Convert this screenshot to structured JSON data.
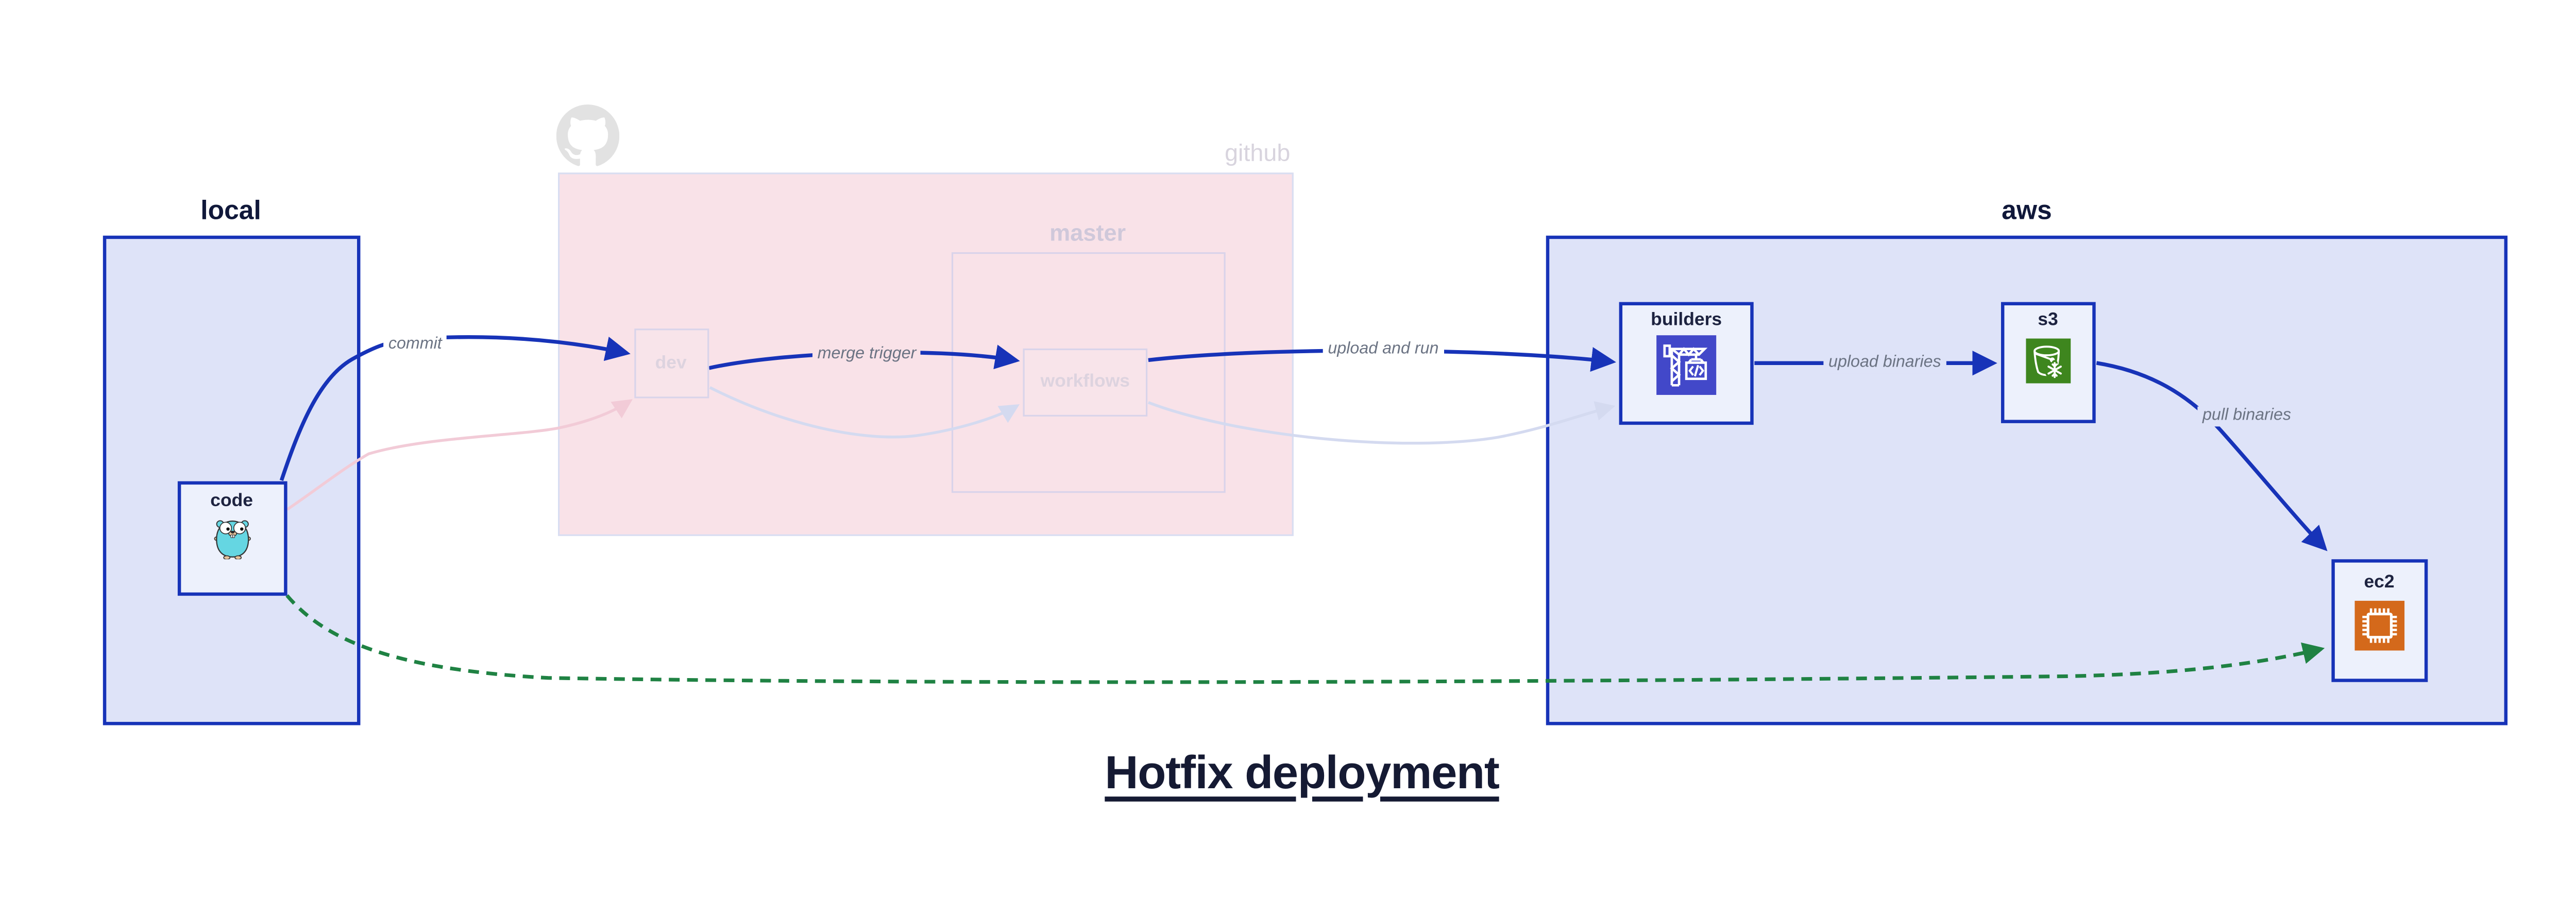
{
  "diagram_title": "Hotfix deployment",
  "groups": {
    "local": {
      "label": "local"
    },
    "github": {
      "label": "github",
      "branch_label": "master"
    },
    "aws": {
      "label": "aws"
    }
  },
  "nodes": {
    "code": {
      "label": "code",
      "icon": "go-gopher-icon"
    },
    "dev": {
      "label": "dev"
    },
    "workflows": {
      "label": "workflows"
    },
    "builders": {
      "label": "builders",
      "icon": "codebuild-crane-icon"
    },
    "s3": {
      "label": "s3",
      "icon": "s3-glacier-bucket-icon"
    },
    "ec2": {
      "label": "ec2",
      "icon": "ec2-chip-icon"
    }
  },
  "edges": {
    "commit": {
      "label": "commit",
      "style": "bold-blue"
    },
    "merge_trigger": {
      "label": "merge trigger",
      "style": "bold-blue"
    },
    "upload_and_run": {
      "label": "upload and run",
      "style": "bold-blue"
    },
    "upload_binaries": {
      "label": "upload binaries",
      "style": "bold-blue"
    },
    "pull_binaries": {
      "label": "pull binaries",
      "style": "bold-blue"
    },
    "hotfix_direct": {
      "label": "",
      "style": "green-dashed"
    },
    "faded_code_to_dev": {
      "label": "",
      "style": "faded-pink"
    },
    "faded_dev_to_workflows": {
      "label": "",
      "style": "faded-lavender"
    },
    "faded_workflows_to_builders": {
      "label": "",
      "style": "faded-lavender"
    }
  },
  "colors": {
    "accent_blue": "#1733b8",
    "green_dashed": "#1f8243",
    "group_fill_blue": "#dee3f8",
    "node_fill": "#edf1fc",
    "github_fill_pink": "#f9e2e8",
    "faded_pink_edge": "#f2cbd7",
    "faded_lavender_edge": "#d4daf0",
    "edge_label_gray": "#6b7383",
    "octocat_gray": "#e2e2e2",
    "builders_icon_bg": "#4248c9",
    "s3_icon_bg": "#3e861e",
    "ec2_icon_bg": "#d4691b",
    "gopher_teal": "#65d6e2"
  }
}
